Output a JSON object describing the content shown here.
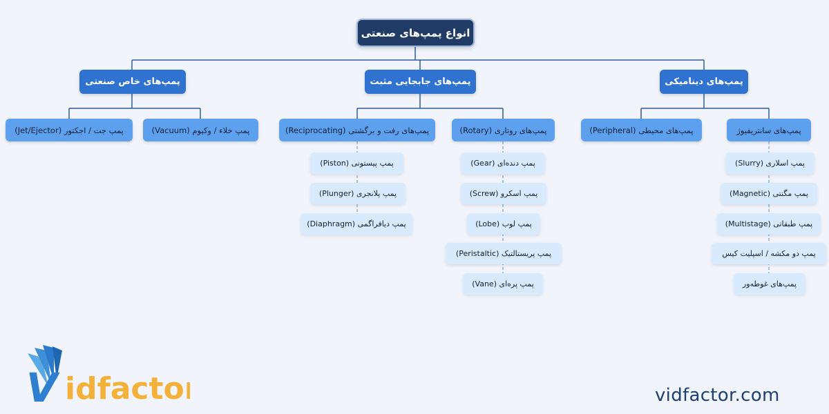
{
  "title": "انواع پمپ‌های صنعتی",
  "colors": {
    "background": "#f1f5fb",
    "root": "#1f3b66",
    "category": "#2f72cf",
    "subcategory": "#5da0ee",
    "leaf": "#d8eafd",
    "line": "#2a5c9e",
    "leaf_line": "#8db0d8"
  },
  "categories": [
    {
      "label": "پمپ‌های خاص صنعتی",
      "children": [
        {
          "label": "پمپ جت / اجکتور (Jet/Ejector)",
          "children": []
        },
        {
          "label": "پمپ خلاء / وکیوم (Vacuum)",
          "children": []
        }
      ]
    },
    {
      "label": "پمپ‌های جابجایی مثبت",
      "children": [
        {
          "label": "پمپ‌های رفت و برگشتی (Reciprocating)",
          "children": [
            "پمپ پیستونی (Piston)",
            "پمپ پلانجری (Plunger)",
            "پمپ دیافراگمی (Diaphragm)"
          ]
        },
        {
          "label": "پمپ‌های روتاری (Rotary)",
          "children": [
            "پمپ دنده‌ای (Gear)",
            "پمپ اسکرو (Screw)",
            "پمپ لوب (Lobe)",
            "پمپ پریستالتیک (Peristaltic)",
            "پمپ پره‌ای (Vane)"
          ]
        }
      ]
    },
    {
      "label": "پمپ‌های دینامیکی",
      "children": [
        {
          "label": "پمپ‌های محیطی (Peripheral)",
          "children": []
        },
        {
          "label": "پمپ‌های سانتریفیوژ",
          "children": [
            "پمپ اسلاری (Slurry)",
            "پمپ مگنتی (Magnetic)",
            "پمپ طبقاتی (Multistage)",
            "پمپ دو مکشه / اسپلیت کیس",
            "پمپ‌های غوطه‌ور"
          ]
        }
      ]
    }
  ],
  "brand": {
    "logo_text": "vidfactor",
    "website": "vidfactor.com"
  }
}
